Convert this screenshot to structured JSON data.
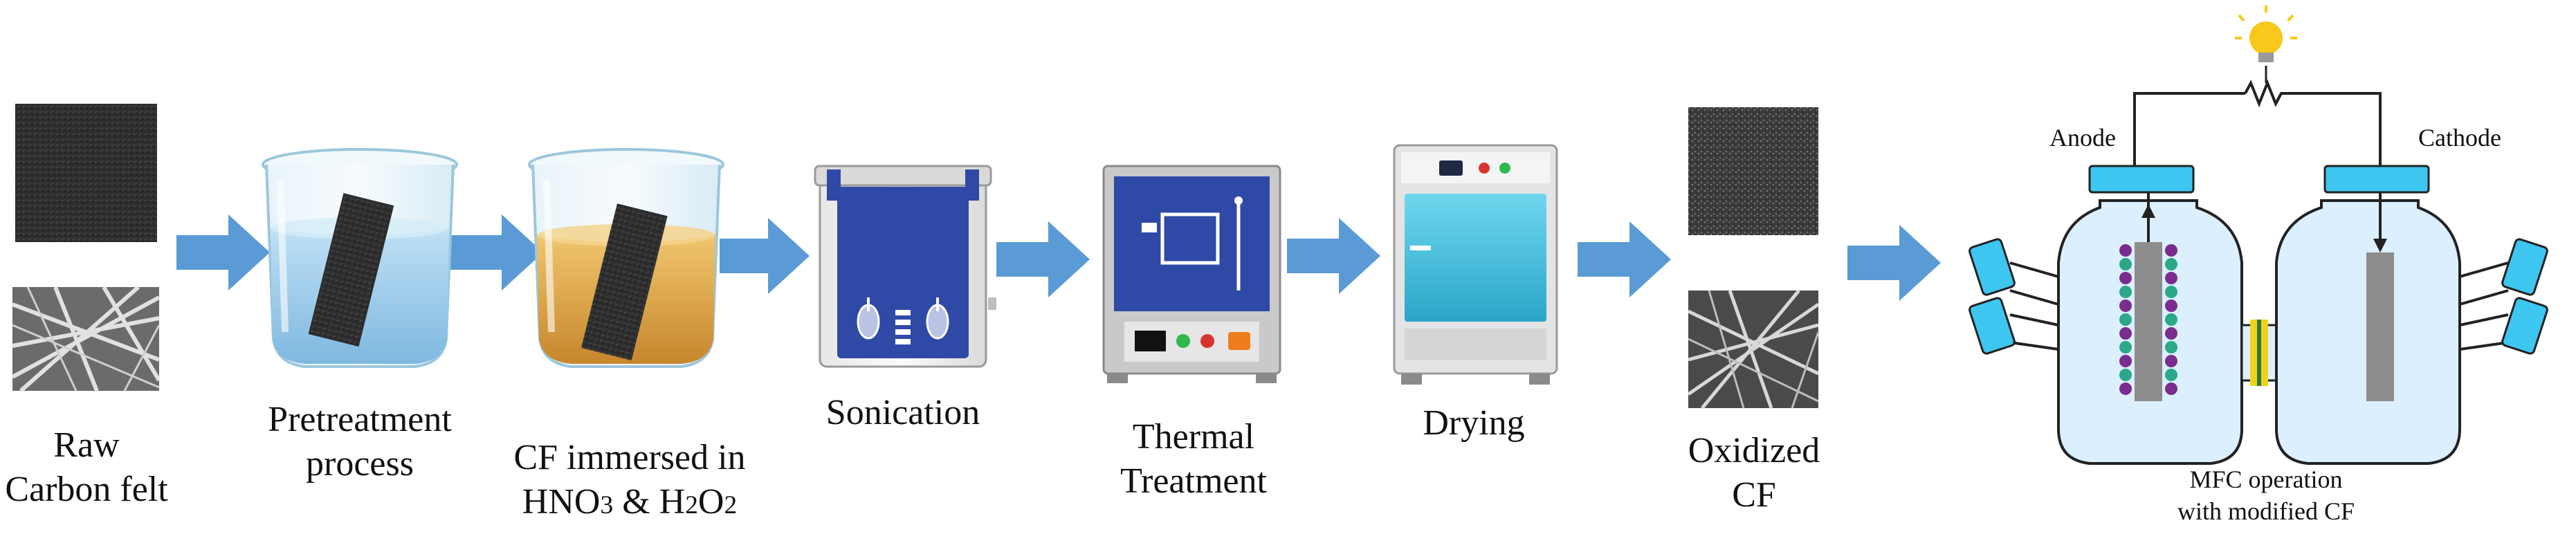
{
  "colors": {
    "arrow": "#5b9bd5",
    "felt_dark": "#2b2b2b",
    "liquid_blue": "#a8d2ef",
    "liquid_acid": "#e3ae52",
    "machine_blue": "#2f49a6",
    "cabinet_teal": "#37b8d8",
    "electrode_cap": "#3dc6f0",
    "cell_body": "#dcefff",
    "membrane": "#f0d21c",
    "bulb": "#f8c81a",
    "bead_purple": "#7a2d8e",
    "bead_teal": "#2ba888"
  },
  "icons": {
    "raw_felt": "carbon-felt-photo",
    "raw_sem": "fiber-micrograph",
    "beaker_1": "beaker-icon",
    "beaker_2": "beaker-icon",
    "sonicator": "ultrasonic-bath-icon",
    "furnace": "furnace-icon",
    "oven": "drying-oven-icon",
    "oxidized_felt": "oxidized-felt-photo",
    "oxidized_sem": "fiber-micrograph",
    "bulb": "light-bulb-icon",
    "resistor": "resistor-icon"
  },
  "steps": {
    "raw": {
      "line1": "Raw",
      "line2": "Carbon felt"
    },
    "pretreatment": {
      "line1": "Pretreatment",
      "line2": "process"
    },
    "immersion": {
      "line1": "CF immersed in",
      "line2_a": "HNO",
      "line2_a_sub": "3",
      "line2_b": " & H",
      "line2_b_sub": "2",
      "line2_c": "O",
      "line2_c_sub": "2"
    },
    "sonication": {
      "line1": "Sonication"
    },
    "thermal": {
      "line1": "Thermal",
      "line2": "Treatment"
    },
    "drying": {
      "line1": "Drying"
    },
    "oxidized": {
      "line1": "Oxidized",
      "line2": "CF"
    }
  },
  "mfc": {
    "anode_label": "Anode",
    "cathode_label": "Cathode",
    "caption_line1": "MFC operation",
    "caption_line2": "with modified CF"
  }
}
